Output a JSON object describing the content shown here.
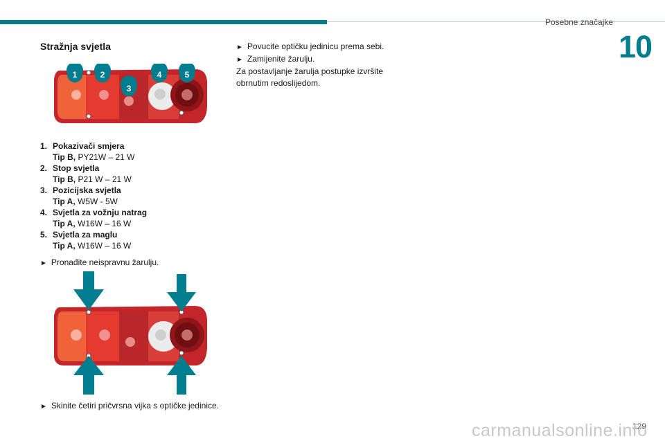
{
  "header": {
    "section": "Posebne značajke",
    "chapter": "10",
    "bar_color": "#007d8e"
  },
  "title": "Stražnja svjetla",
  "figure1": {
    "callouts": [
      "1",
      "2",
      "3",
      "4",
      "5"
    ],
    "callout_color": "#007d8e"
  },
  "bulbs": [
    {
      "num": "1.",
      "name": "Pokazivači smjera",
      "type": "Tip B,",
      "spec": " PY21W – 21 W"
    },
    {
      "num": "2.",
      "name": "Stop svjetla",
      "type": "Tip B,",
      "spec": " P21 W – 21 W"
    },
    {
      "num": "3.",
      "name": "Pozicijska svjetla",
      "type": "Tip A,",
      "spec": " W5W - 5W"
    },
    {
      "num": "4.",
      "name": "Svjetla za vožnju natrag",
      "type": "Tip A,",
      "spec": " W16W – 16 W"
    },
    {
      "num": "5.",
      "name": "Svjetla za maglu",
      "type": "Tip A,",
      "spec": " W16W – 16 W"
    }
  ],
  "steps": {
    "arrow": "►",
    "find": "Pronađite neispravnu žarulju.",
    "unscrew": "Skinite četiri pričvrsna vijka s optičke jedinice.",
    "pull": "Povucite optičku jedinicu prema sebi.",
    "replace": "Zamijenite žarulju.",
    "reinstall_1": "Za postavljanje žarulja postupke izvršite",
    "reinstall_2": "obrnutim redoslijedom."
  },
  "page_number": "129",
  "watermark": "carmanualsonline.info"
}
